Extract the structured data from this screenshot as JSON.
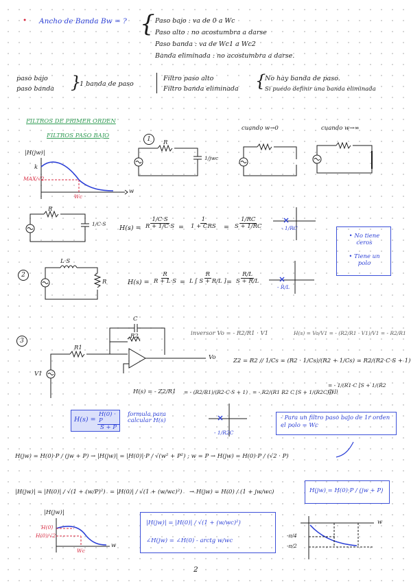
{
  "intro": {
    "bw_label": "Ancho de Banda  Bw = ?",
    "cases": [
      "Paso bajo :  va de 0 a Wc",
      "Paso alto :  no acostumbra a darse",
      "Paso banda :  va de Wc1 a Wc2",
      "Banda eliminada : no acostumbra a darse."
    ],
    "band_left": [
      "paso bajo",
      "paso banda"
    ],
    "band_one": "1 banda de paso",
    "band_right": [
      "Filtro paso alto",
      "Filtro banda eliminada"
    ],
    "band_notes": [
      "No hay banda de paso.",
      "Si puedo definir una banda eliminada"
    ]
  },
  "section": {
    "title": "FILTROS DE PRIMER ORDEN",
    "subtitle": "FILTROS PASO BAJO",
    "cuando_w0": "cuando w→0",
    "cuando_inf": "cuando w→∞"
  },
  "ex1": {
    "num": "1",
    "graph_axis": "|H(jw)|",
    "graph_k": "k",
    "graph_max": "MAX/√2",
    "graph_wc": "Wc",
    "graph_w": "w",
    "r": "R",
    "c_label": "1/jwc",
    "r2": "R",
    "cs": "1/C·S",
    "H": "H(s) =",
    "h_num1": "1/C·S",
    "h_den1": "R + 1/C·S",
    "h_num2": "1",
    "h_den2": "1 + CRS",
    "h_num3": "1/RC",
    "h_den3": "S + 1/RC",
    "pole": "- 1/RC",
    "box": [
      "• No tiene ceros",
      "• Tiene un polo"
    ]
  },
  "ex2": {
    "num": "2",
    "ls": "L·S",
    "r": "R",
    "H": "H(s) =",
    "h_num1": "R",
    "h_den1": "R + L·S",
    "h_num2": "R",
    "h_den2": "L [ S + R/L ]",
    "h_num3": "R/L",
    "h_den3": "S + R/L",
    "pole": "- R/L"
  },
  "ex3": {
    "num": "3",
    "c": "C",
    "r1": "R1",
    "r2": "R2",
    "v1": "V1",
    "vo": "Vo",
    "inversor": "inversor  Vo = - R2/R1 · V1",
    "h_inv": "H(s) = Vo/V1 = - (R2/R1 · V1)/V1 = - R2/R1",
    "z2": "Z2 = R2 // 1/Cs = (R2 · 1/Cs)/(R2 + 1/Cs) = R2/(R2·C·S + 1)",
    "hs_lhs": "H(s) = - Z2/R1",
    "hs_1": "= - (R2/R1)/(R2·C·S + 1)",
    "hs_2": "= - R2/(R1 R2 C [S + 1/(R2C)])",
    "hs_3": "= - 1/(R1·C [S + 1/(R2 C)])",
    "formula_box_l": "H(s) =",
    "formula_box_n": "H(0) · P",
    "formula_box_d": "S + P",
    "formula_note": "formula para calcular H(s)",
    "pole": "- 1/R2C",
    "note_box": "- Para un filtro paso bajo de 1r orden el polo = Wc"
  },
  "bottom": {
    "line1": "H(jw) = H(0)·P / (jw + P)  →  |H(jw)| = |H(0)|·P / √(w² + P²)  ;  w = P  →  H(jw) = H(0)·P / (√2 · P)",
    "line2_a": "|H(jw)| = |H(0)| / √(1 + (w/P)²)",
    "line2_b": "= |H(0)| / √(1 + (w/wc)²)",
    "line2_c": "→ H(jw) = H(0) / (1 + jw/wc)",
    "hjw_box": "H(jw) = H(0)·P / (jw + P)",
    "mag_box": "|H(jw)| = |H(0)| / √(1 + (w/wc)²)",
    "phase_box": "∠H(jw) = ∠H(0) - arctg w/wc",
    "graph_axis": "|H(jw)|",
    "graph_h0": "H(0)",
    "graph_h0r2": "H(0)/√2",
    "graph_wc": "Wc",
    "graph_w": "w",
    "phase_axis": "w",
    "phase_a": "-π/4",
    "phase_b": "-π/2",
    "page_num": "2"
  }
}
